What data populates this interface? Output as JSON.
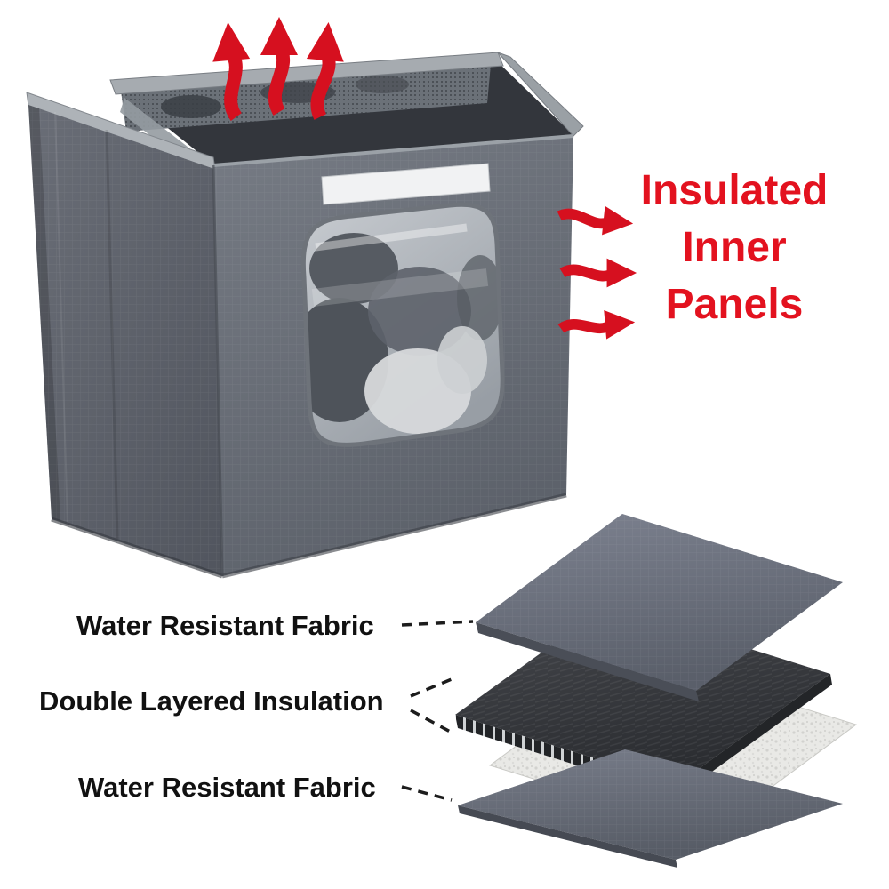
{
  "colors": {
    "accent_red": "#d6101f",
    "text_red": "#e3121f",
    "label_text": "#111111",
    "box_gray": "#6a6f78",
    "insulation_dark": "#343639",
    "foam_white": "#e9e9e6"
  },
  "callout": {
    "lines": [
      "Insulated",
      "Inner",
      "Panels"
    ]
  },
  "layer_labels": [
    "Water Resistant Fabric",
    "Double Layered Insulation",
    "Water Resistant Fabric"
  ]
}
